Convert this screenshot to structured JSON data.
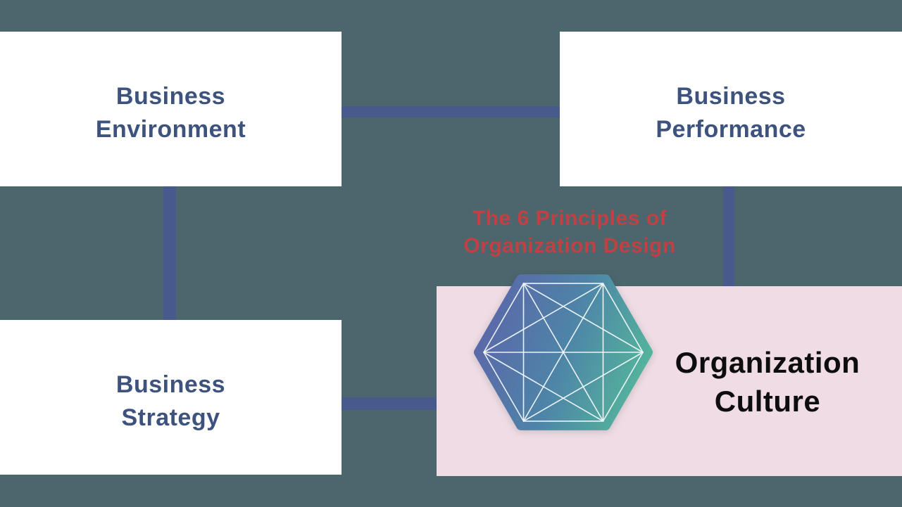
{
  "title": {
    "line1": "The 6 Principles of",
    "line2": "Organization Design"
  },
  "nodes": {
    "environment": {
      "line1": "Business",
      "line2": "Environment"
    },
    "performance": {
      "line1": "Business",
      "line2": "Performance"
    },
    "strategy": {
      "line1": "Business",
      "line2": "Strategy"
    },
    "culture": {
      "line1": "Organization",
      "line2": "Culture"
    }
  },
  "icons": {
    "hexagon": "hexagon-network-icon"
  },
  "colors": {
    "bg": "#4c666d",
    "panel-white": "#ffffff",
    "panel-pink": "#efdce4",
    "connector": "#48598b",
    "node-text": "#3d537e",
    "title-red": "#c04143",
    "culture-text": "#0d0d0d",
    "hex-grad-1": "#5b68a9",
    "hex-grad-2": "#4e84a8",
    "hex-grad-3": "#54b59b",
    "hex-lines": "#f4f9fb"
  },
  "diagram": {
    "type": "concept-diagram",
    "nodes": [
      "Business Environment",
      "Business Performance",
      "Business Strategy",
      "Organization Culture"
    ],
    "center_label": "The 6 Principles of Organization Design",
    "edges": [
      [
        "Business Environment",
        "Business Performance"
      ],
      [
        "Business Environment",
        "Business Strategy"
      ],
      [
        "Business Performance",
        "Organization Culture"
      ],
      [
        "Business Strategy",
        "Organization Culture"
      ]
    ]
  }
}
